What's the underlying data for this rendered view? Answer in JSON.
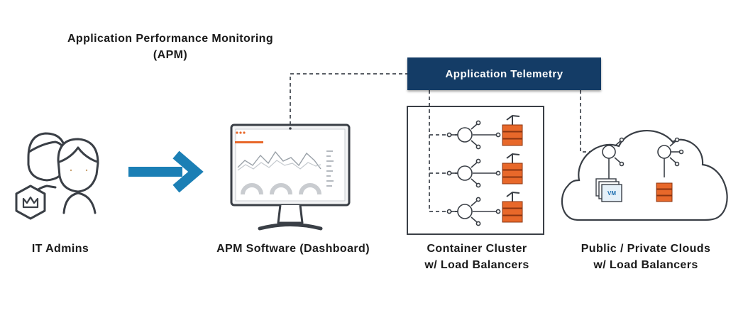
{
  "title_lines": [
    "Application Performance Monitoring",
    "(APM)"
  ],
  "telemetry_label": "Application Telemetry",
  "labels": {
    "it_admins": [
      "IT Admins"
    ],
    "apm_software": [
      "APM Software (Dashboard)"
    ],
    "container_cluster": [
      "Container Cluster",
      "w/ Load Balancers"
    ],
    "clouds": [
      "Public / Private Clouds",
      "w/ Load Balancers"
    ]
  },
  "vm_label": "VM",
  "colors": {
    "navy": "#143c66",
    "arrow_blue": "#1b7fb5",
    "container_orange": "#e8682a",
    "outline_gray": "#3a3f46",
    "dash_gray": "#5a5f66"
  },
  "icons": [
    "admins-icon",
    "crown-badge-icon",
    "arrow-right-icon",
    "monitor-icon",
    "load-balancer-icon",
    "container-stack-icon",
    "cloud-icon",
    "vm-icon"
  ]
}
